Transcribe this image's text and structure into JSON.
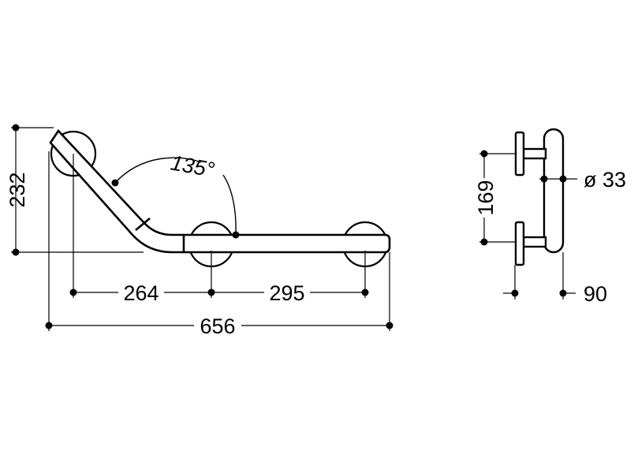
{
  "colors": {
    "line": "#000000",
    "background": "#ffffff"
  },
  "front_view": {
    "angle_label": "135°",
    "overall_height_label": "232",
    "segment_left_label": "264",
    "segment_right_label": "295",
    "overall_width_label": "656"
  },
  "side_view": {
    "flange_spacing_label": "169",
    "diameter_label": "ø 33",
    "projection_label": "90"
  }
}
